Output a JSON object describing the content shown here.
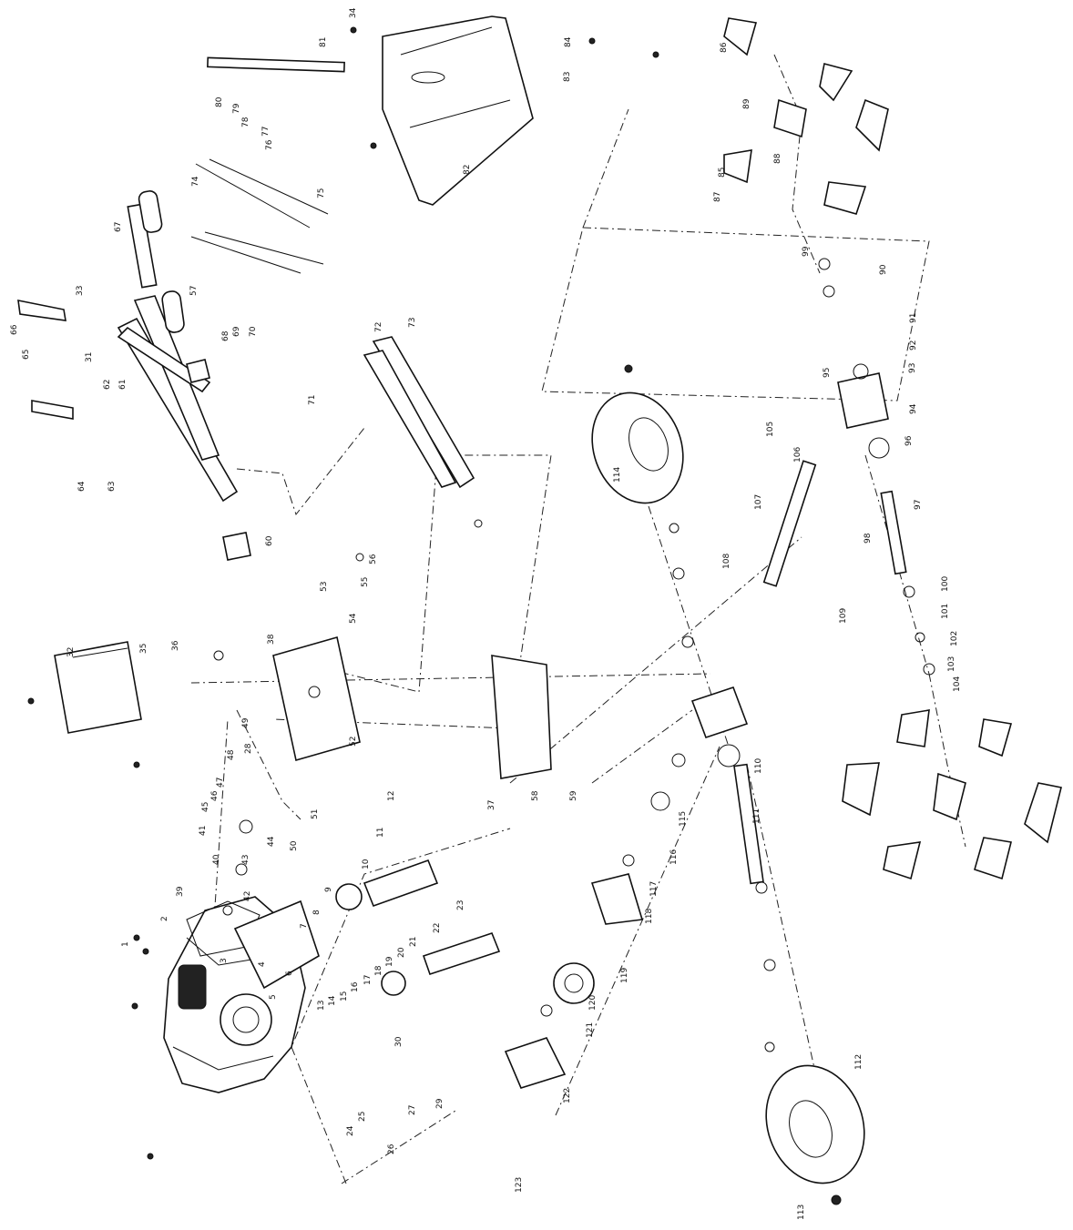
{
  "callouts": [
    {
      "id": "c1",
      "text": "1",
      "rot": -90
    },
    {
      "id": "c2",
      "text": "2",
      "rot": -90
    },
    {
      "id": "c3",
      "text": "3",
      "rot": -90
    },
    {
      "id": "c4",
      "text": "4",
      "rot": -90
    },
    {
      "id": "c5",
      "text": "5",
      "rot": -90
    },
    {
      "id": "c6",
      "text": "6",
      "rot": -90
    },
    {
      "id": "c7",
      "text": "7",
      "rot": -90
    },
    {
      "id": "c8",
      "text": "8",
      "rot": -90
    },
    {
      "id": "c9",
      "text": "9",
      "rot": -90
    },
    {
      "id": "c10",
      "text": "10",
      "rot": -90
    },
    {
      "id": "c11",
      "text": "11",
      "rot": -90
    },
    {
      "id": "c12",
      "text": "12",
      "rot": -90
    },
    {
      "id": "c13",
      "text": "13",
      "rot": -90
    },
    {
      "id": "c14",
      "text": "14",
      "rot": -90
    },
    {
      "id": "c15",
      "text": "15",
      "rot": -90
    },
    {
      "id": "c16",
      "text": "16",
      "rot": -90
    },
    {
      "id": "c17",
      "text": "17",
      "rot": -90
    },
    {
      "id": "c18",
      "text": "18",
      "rot": -90
    },
    {
      "id": "c19",
      "text": "19",
      "rot": -90
    },
    {
      "id": "c20",
      "text": "20",
      "rot": -90
    },
    {
      "id": "c21",
      "text": "21",
      "rot": -90
    },
    {
      "id": "c22",
      "text": "22",
      "rot": -90
    },
    {
      "id": "c23",
      "text": "23",
      "rot": -90
    },
    {
      "id": "c24",
      "text": "24",
      "rot": -90
    },
    {
      "id": "c25",
      "text": "25",
      "rot": -90
    },
    {
      "id": "c26",
      "text": "26",
      "rot": -90
    },
    {
      "id": "c27",
      "text": "27",
      "rot": -90
    },
    {
      "id": "c28",
      "text": "28",
      "rot": -90
    },
    {
      "id": "c29",
      "text": "29",
      "rot": -90
    },
    {
      "id": "c30",
      "text": "30",
      "rot": -90
    },
    {
      "id": "c31",
      "text": "31",
      "rot": -90
    },
    {
      "id": "c32",
      "text": "32",
      "rot": -90
    },
    {
      "id": "c33",
      "text": "33",
      "rot": -90
    },
    {
      "id": "c34",
      "text": "34",
      "rot": -90
    },
    {
      "id": "c35",
      "text": "35",
      "rot": -90
    },
    {
      "id": "c36",
      "text": "36",
      "rot": -90
    },
    {
      "id": "c37",
      "text": "37",
      "rot": -90
    },
    {
      "id": "c38",
      "text": "38",
      "rot": -90
    },
    {
      "id": "c39",
      "text": "39",
      "rot": -90
    },
    {
      "id": "c40",
      "text": "40",
      "rot": -90
    },
    {
      "id": "c41",
      "text": "41",
      "rot": -90
    },
    {
      "id": "c42",
      "text": "42",
      "rot": -90
    },
    {
      "id": "c43",
      "text": "43",
      "rot": -90
    },
    {
      "id": "c44",
      "text": "44",
      "rot": -90
    },
    {
      "id": "c45",
      "text": "45",
      "rot": -90
    },
    {
      "id": "c46",
      "text": "46",
      "rot": -90
    },
    {
      "id": "c47",
      "text": "47",
      "rot": -90
    },
    {
      "id": "c48",
      "text": "48",
      "rot": -90
    },
    {
      "id": "c49",
      "text": "49",
      "rot": -90
    },
    {
      "id": "c50",
      "text": "50",
      "rot": -90
    },
    {
      "id": "c51",
      "text": "51",
      "rot": -90
    },
    {
      "id": "c52",
      "text": "52",
      "rot": -90
    },
    {
      "id": "c53",
      "text": "53",
      "rot": -90
    },
    {
      "id": "c54",
      "text": "54",
      "rot": -90
    },
    {
      "id": "c55",
      "text": "55",
      "rot": -90
    },
    {
      "id": "c56",
      "text": "56",
      "rot": -90
    },
    {
      "id": "c57",
      "text": "57",
      "rot": -90
    },
    {
      "id": "c58",
      "text": "58",
      "rot": -90
    },
    {
      "id": "c59",
      "text": "59",
      "rot": -90
    },
    {
      "id": "c60",
      "text": "60",
      "rot": -90
    },
    {
      "id": "c61",
      "text": "61",
      "rot": -90
    },
    {
      "id": "c62",
      "text": "62",
      "rot": -90
    },
    {
      "id": "c63",
      "text": "63",
      "rot": -90
    },
    {
      "id": "c64",
      "text": "64",
      "rot": -90
    },
    {
      "id": "c65",
      "text": "65",
      "rot": -90
    },
    {
      "id": "c66",
      "text": "66",
      "rot": -90
    },
    {
      "id": "c67",
      "text": "67",
      "rot": -90
    },
    {
      "id": "c68",
      "text": "68",
      "rot": -90
    },
    {
      "id": "c69",
      "text": "69",
      "rot": -90
    },
    {
      "id": "c70",
      "text": "70",
      "rot": -90
    },
    {
      "id": "c71",
      "text": "71",
      "rot": -90
    },
    {
      "id": "c72",
      "text": "72",
      "rot": -90
    },
    {
      "id": "c73",
      "text": "73",
      "rot": -90
    },
    {
      "id": "c74",
      "text": "74",
      "rot": -90
    },
    {
      "id": "c75",
      "text": "75",
      "rot": -90
    },
    {
      "id": "c76",
      "text": "76",
      "rot": -90
    },
    {
      "id": "c77",
      "text": "77",
      "rot": -90
    },
    {
      "id": "c78",
      "text": "78",
      "rot": -90
    },
    {
      "id": "c79",
      "text": "79",
      "rot": -90
    },
    {
      "id": "c80",
      "text": "80",
      "rot": -90
    },
    {
      "id": "c81",
      "text": "81",
      "rot": -90
    },
    {
      "id": "c82",
      "text": "82",
      "rot": -90
    },
    {
      "id": "c83",
      "text": "83",
      "rot": -90
    },
    {
      "id": "c84",
      "text": "84",
      "rot": -90
    },
    {
      "id": "c85",
      "text": "85",
      "rot": -90
    },
    {
      "id": "c86",
      "text": "86",
      "rot": -90
    },
    {
      "id": "c87",
      "text": "87",
      "rot": -90
    },
    {
      "id": "c88",
      "text": "88",
      "rot": -90
    },
    {
      "id": "c89",
      "text": "89",
      "rot": -90
    },
    {
      "id": "c90",
      "text": "90",
      "rot": -90
    },
    {
      "id": "c91",
      "text": "91",
      "rot": -90
    },
    {
      "id": "c92",
      "text": "92",
      "rot": -90
    },
    {
      "id": "c93",
      "text": "93",
      "rot": -90
    },
    {
      "id": "c94",
      "text": "94",
      "rot": -90
    },
    {
      "id": "c95",
      "text": "95",
      "rot": -90
    },
    {
      "id": "c96",
      "text": "96",
      "rot": -90
    },
    {
      "id": "c97",
      "text": "97",
      "rot": -90
    },
    {
      "id": "c98",
      "text": "98",
      "rot": -90
    },
    {
      "id": "c99",
      "text": "99",
      "rot": -90
    },
    {
      "id": "c100",
      "text": "100",
      "rot": -90
    },
    {
      "id": "c101",
      "text": "101",
      "rot": -90
    },
    {
      "id": "c102",
      "text": "102",
      "rot": -90
    },
    {
      "id": "c103",
      "text": "103",
      "rot": -90
    },
    {
      "id": "c104",
      "text": "104",
      "rot": -90
    },
    {
      "id": "c105",
      "text": "105",
      "rot": -90
    },
    {
      "id": "c106",
      "text": "106",
      "rot": -90
    },
    {
      "id": "c107",
      "text": "107",
      "rot": -90
    },
    {
      "id": "c108",
      "text": "108",
      "rot": -90
    },
    {
      "id": "c109",
      "text": "109",
      "rot": -90
    },
    {
      "id": "c110",
      "text": "110",
      "rot": -90
    },
    {
      "id": "c111",
      "text": "111",
      "rot": -90
    },
    {
      "id": "c112",
      "text": "112",
      "rot": -90
    },
    {
      "id": "c113",
      "text": "113",
      "rot": -90
    },
    {
      "id": "c114",
      "text": "114",
      "rot": -90
    },
    {
      "id": "c115",
      "text": "115",
      "rot": -90
    },
    {
      "id": "c116",
      "text": "116",
      "rot": -90
    },
    {
      "id": "c117",
      "text": "117",
      "rot": -90
    },
    {
      "id": "c118",
      "text": "118",
      "rot": -90
    },
    {
      "id": "c119",
      "text": "119",
      "rot": -90
    },
    {
      "id": "c120",
      "text": "120",
      "rot": -90
    },
    {
      "id": "c121",
      "text": "121",
      "rot": -90
    },
    {
      "id": "c122",
      "text": "122",
      "rot": -90
    },
    {
      "id": "c123",
      "text": "123",
      "rot": -90
    }
  ]
}
